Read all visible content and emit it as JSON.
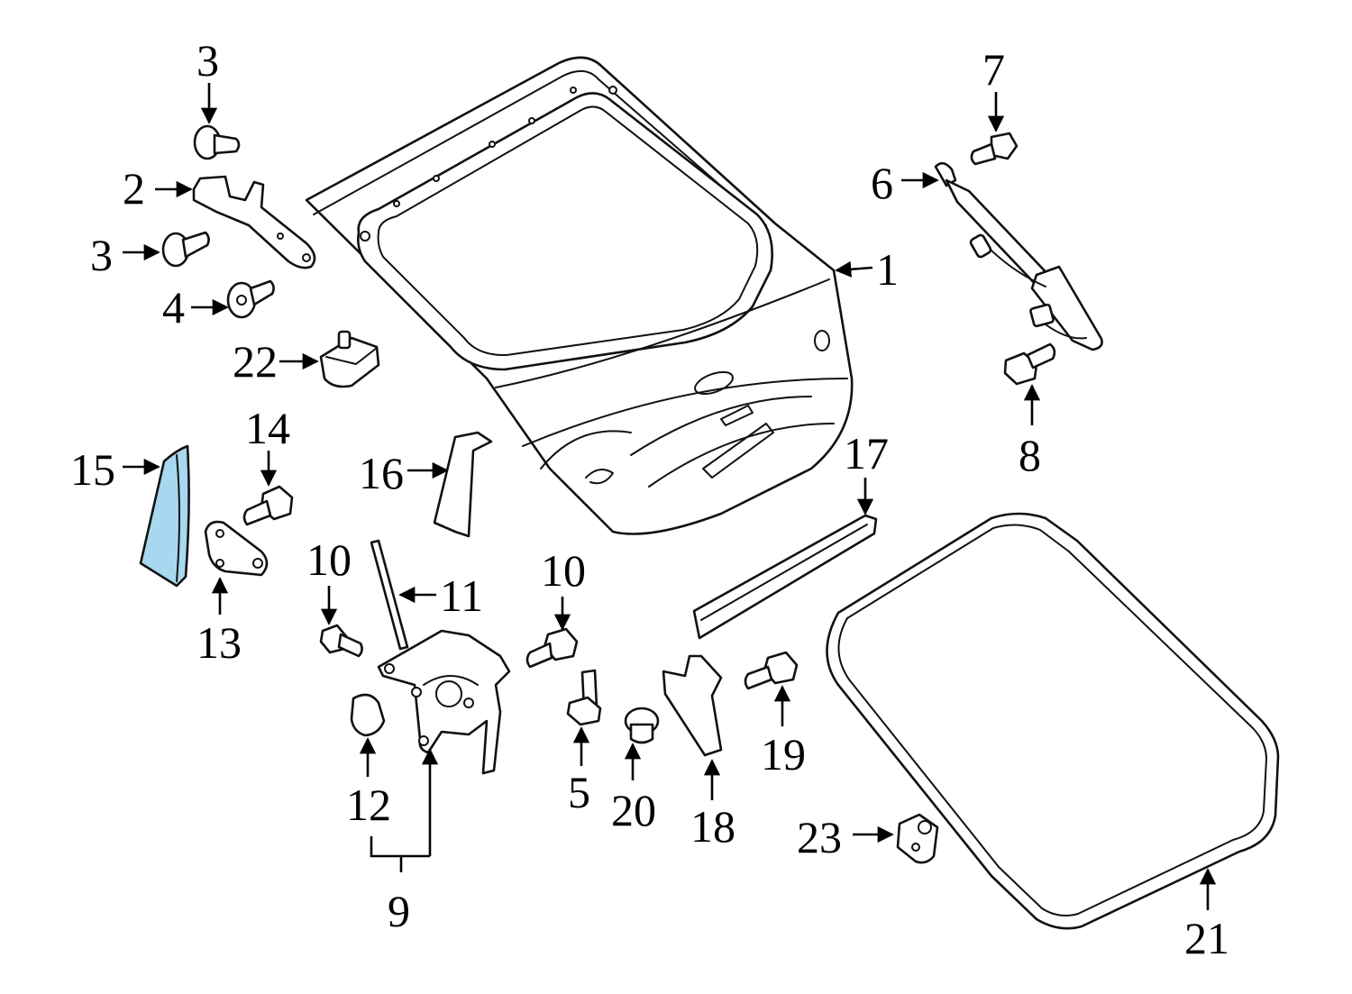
{
  "colors": {
    "line": "#111111",
    "highlight": "#a8d8ef",
    "background": "#ffffff"
  },
  "highlighted_part": "15",
  "callouts": {
    "c1": "1",
    "c2": "2",
    "c3a": "3",
    "c3b": "3",
    "c4": "4",
    "c5": "5",
    "c6": "6",
    "c7": "7",
    "c8": "8",
    "c9": "9",
    "c10a": "10",
    "c10b": "10",
    "c11": "11",
    "c12": "12",
    "c13": "13",
    "c14": "14",
    "c15": "15",
    "c16": "16",
    "c17": "17",
    "c18": "18",
    "c19": "19",
    "c20": "20",
    "c21": "21",
    "c22": "22",
    "c23": "23"
  }
}
